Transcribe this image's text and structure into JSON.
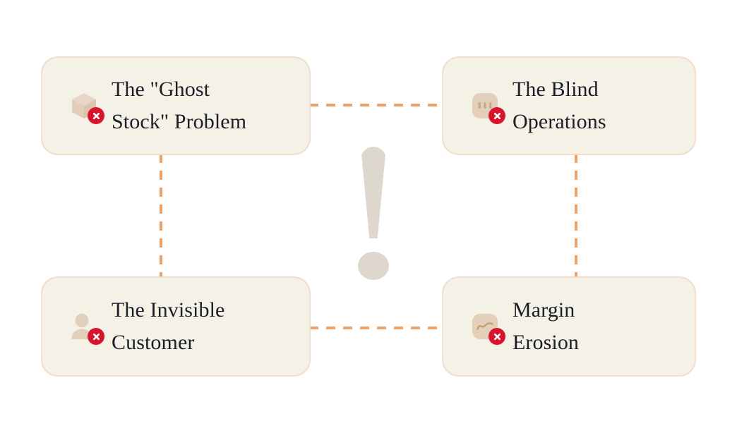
{
  "diagram": {
    "title_visible": false,
    "center_symbol": "exclamation-mark",
    "colors": {
      "page_background": "#ffffff",
      "card_fill": "#f4f1e7",
      "card_border": "#f3ddcb",
      "connector": "#eda26a",
      "badge": "#d7142b",
      "icon_tint": "#e4cfbb",
      "text": "#1d1d26",
      "exclamation": "#ddd7cd"
    },
    "cards": [
      {
        "id": "ghost-stock",
        "icon": "box-icon",
        "badge_icon": "error-x-icon",
        "title": "The \"Ghost\nStock\" Problem",
        "position": "top-left"
      },
      {
        "id": "blind-operations",
        "icon": "bar-chart-icon",
        "badge_icon": "error-x-icon",
        "title": "The Blind\nOperations",
        "position": "top-right"
      },
      {
        "id": "invisible-customer",
        "icon": "user-icon",
        "badge_icon": "error-x-icon",
        "title": "The Invisible\nCustomer",
        "position": "bottom-left"
      },
      {
        "id": "margin-erosion",
        "icon": "trend-line-icon",
        "badge_icon": "error-x-icon",
        "title": "Margin\nErosion",
        "position": "bottom-right"
      }
    ],
    "connectors": [
      {
        "id": "top",
        "from": "ghost-stock",
        "to": "blind-operations",
        "style": "dashed-horizontal"
      },
      {
        "id": "bottom",
        "from": "invisible-customer",
        "to": "margin-erosion",
        "style": "dashed-horizontal"
      },
      {
        "id": "left",
        "from": "ghost-stock",
        "to": "invisible-customer",
        "style": "dashed-vertical"
      },
      {
        "id": "right",
        "from": "blind-operations",
        "to": "margin-erosion",
        "style": "dashed-vertical"
      }
    ]
  }
}
